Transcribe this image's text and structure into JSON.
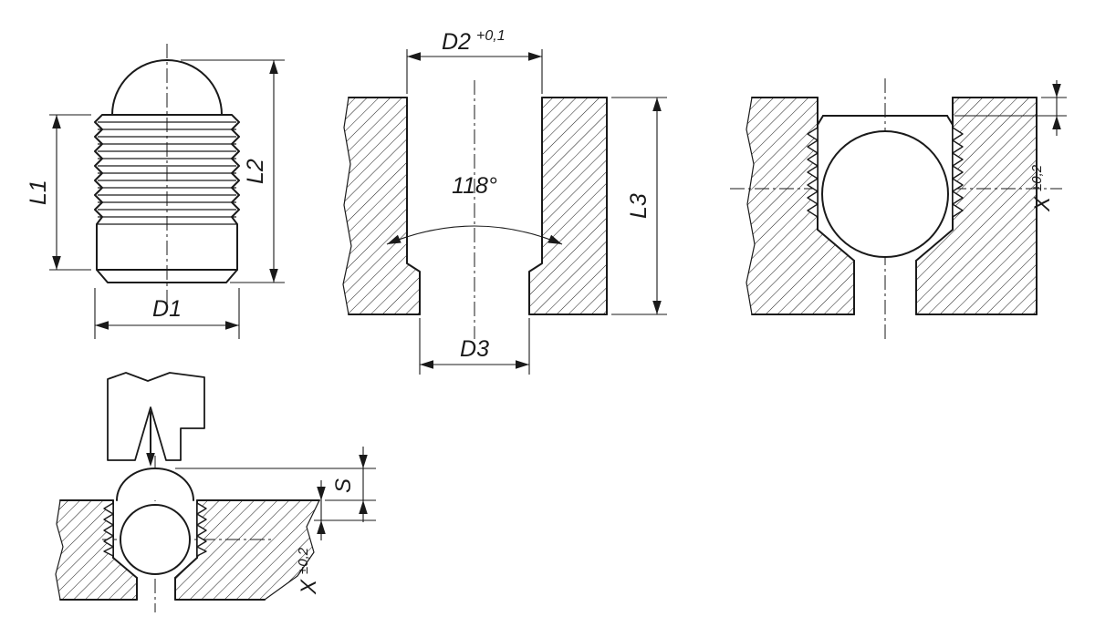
{
  "page": {
    "background": "#ffffff",
    "line_color": "#1a1a1a",
    "part_fill": "#d8d8d8"
  },
  "views": {
    "plug_side": {
      "title": "plug-side-view",
      "dims": {
        "l1": "L1",
        "l2": "L2",
        "d1": "D1"
      }
    },
    "bore_section": {
      "title": "mounting-hole-section",
      "dims": {
        "d2": "D2",
        "d2_tol": "+0,1",
        "angle": "118°",
        "l3": "L3",
        "d3": "D3"
      }
    },
    "installed_section": {
      "title": "installed-plug-section",
      "dims": {
        "x": "X",
        "x_tol": "±0,2"
      }
    },
    "press_view": {
      "title": "press-in-operation-view",
      "dims": {
        "s": "S",
        "x": "X",
        "x_tol": "±0,2"
      }
    }
  }
}
